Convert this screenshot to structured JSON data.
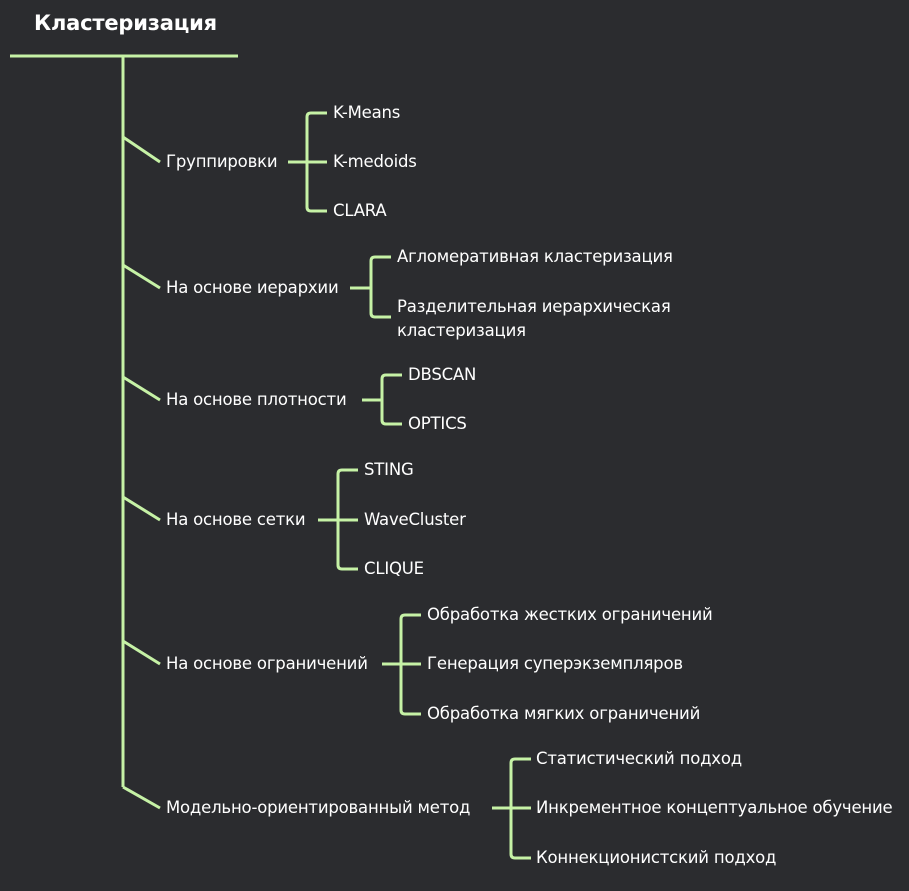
{
  "colors": {
    "background": "#2b2c2f",
    "connector": "#c6f2a6",
    "text": "#ffffff"
  },
  "root": {
    "title": "Кластеризация"
  },
  "branches": [
    {
      "label": "Группировки",
      "children": [
        "K-Means",
        "K-medoids",
        "CLARA"
      ]
    },
    {
      "label": "На основе иерархии",
      "children": [
        "Агломеративная кластеризация",
        "Разделительная иерархическая кластеризация"
      ]
    },
    {
      "label": "На основе плотности",
      "children": [
        "DBSCAN",
        "OPTICS"
      ]
    },
    {
      "label": "На основе сетки",
      "children": [
        "STING",
        "WaveCluster",
        "CLIQUE"
      ]
    },
    {
      "label": "На основе ограничений",
      "children": [
        "Обработка жестких ограничений",
        "Генерация суперэкземпляров",
        "Обработка мягких ограничений"
      ]
    },
    {
      "label": "Модельно-ориентированный метод",
      "children": [
        "Статистический подход",
        "Инкрементное концептуальное обучение",
        "Коннекционистский подход"
      ]
    }
  ]
}
